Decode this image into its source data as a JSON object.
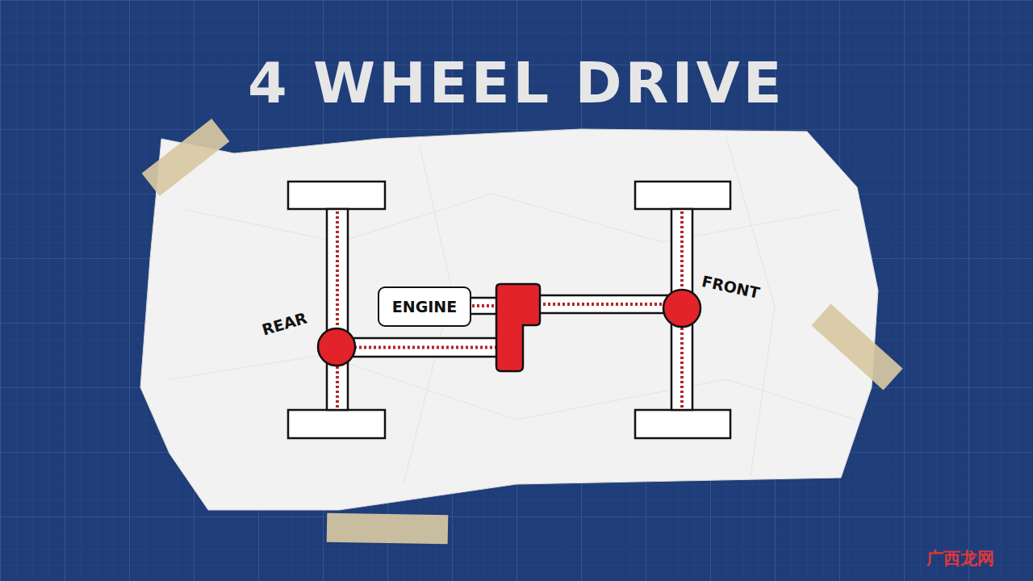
{
  "diagram": {
    "title": "4 WHEEL DRIVE",
    "nodes": [
      {
        "text": [
          "ENGINE"
        ]
      }
    ],
    "labels": [
      "REAR",
      "FRONT",
      "广西龙网"
    ]
  }
}
